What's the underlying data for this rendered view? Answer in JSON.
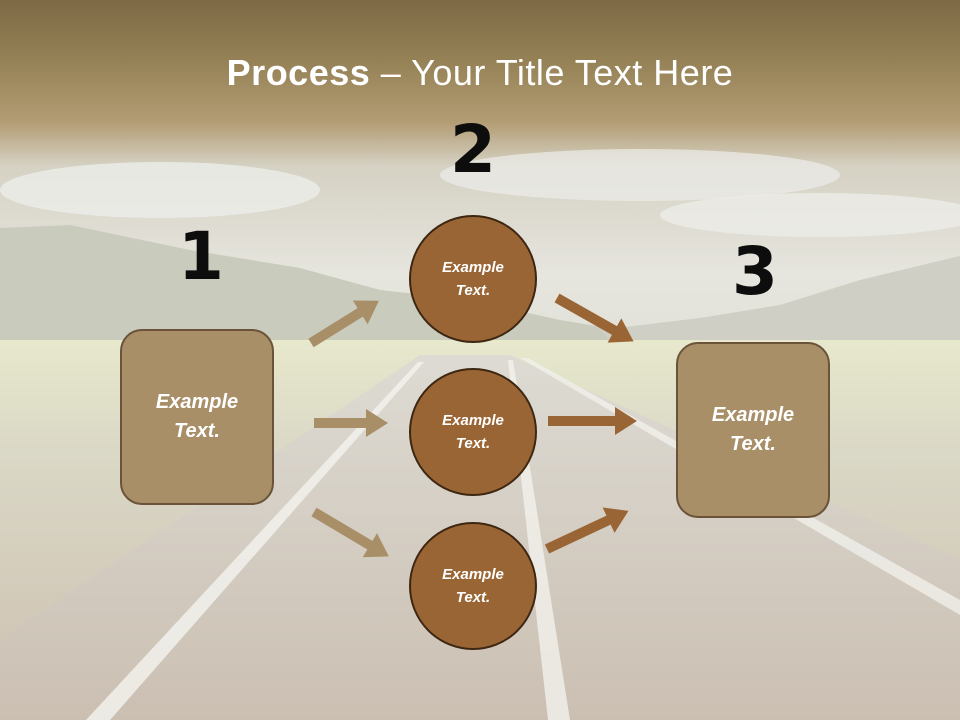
{
  "slide": {
    "title_bold": "Process",
    "title_rest": " – Your Title Text Here",
    "step_numbers": [
      "1",
      "2",
      "3"
    ],
    "left_box": "Example\nText.",
    "right_box": "Example\nText.",
    "circles": [
      "Example\nText.",
      "Example\nText.",
      "Example\nText."
    ],
    "colors": {
      "box_fill": "#a88f68",
      "circle_fill": "#9a6534",
      "arrow_light": "#a88f68",
      "arrow_dark": "#9a6534"
    }
  }
}
